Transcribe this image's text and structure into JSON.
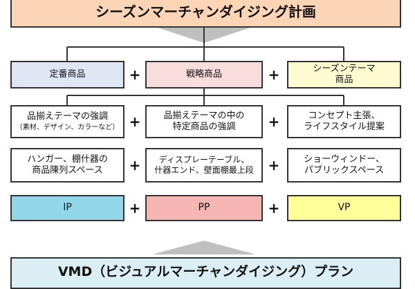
{
  "title": "シーズンマーチャンダイジング計画",
  "bottom_title": "VMD（ビジュアルマーチャンダイジング）プラン",
  "plus_sign": "+",
  "columns": [
    {
      "category": "定番商品",
      "emphasis": {
        "line1": "品揃えテーマの強調",
        "line2": "（素材、デザイン、カラーなど）"
      },
      "space": {
        "line1": "ハンガー、棚什器の",
        "line2": "商品陳列スペース"
      },
      "presentation": "IP"
    },
    {
      "category": "戦略商品",
      "emphasis": {
        "line1": "品揃えテーマの中の",
        "line2": "特定商品の強調"
      },
      "space": {
        "line1": "ディスプレーテーブル、",
        "line2": "什器エンド、壁面棚最上段"
      },
      "presentation": "PP"
    },
    {
      "category": {
        "line1": "シーズンテーマ",
        "line2": "商品"
      },
      "emphasis": {
        "line1": "コンセプト主張、",
        "line2": "ライフスタイル提案"
      },
      "space": {
        "line1": "ショーウィンドー、",
        "line2": "パブリックスペース"
      },
      "presentation": "VP"
    }
  ],
  "colors": {
    "title_fill": "#fbd5b5",
    "category_fill": [
      "#dde6f2",
      "#f9dcdc",
      "#fefbd0"
    ],
    "presentation_fill": [
      "#92d7e8",
      "#f5b6b3",
      "#ffff99"
    ],
    "bottom_fill": "#daeef3",
    "arrow_fill": "#bfbfbf"
  }
}
